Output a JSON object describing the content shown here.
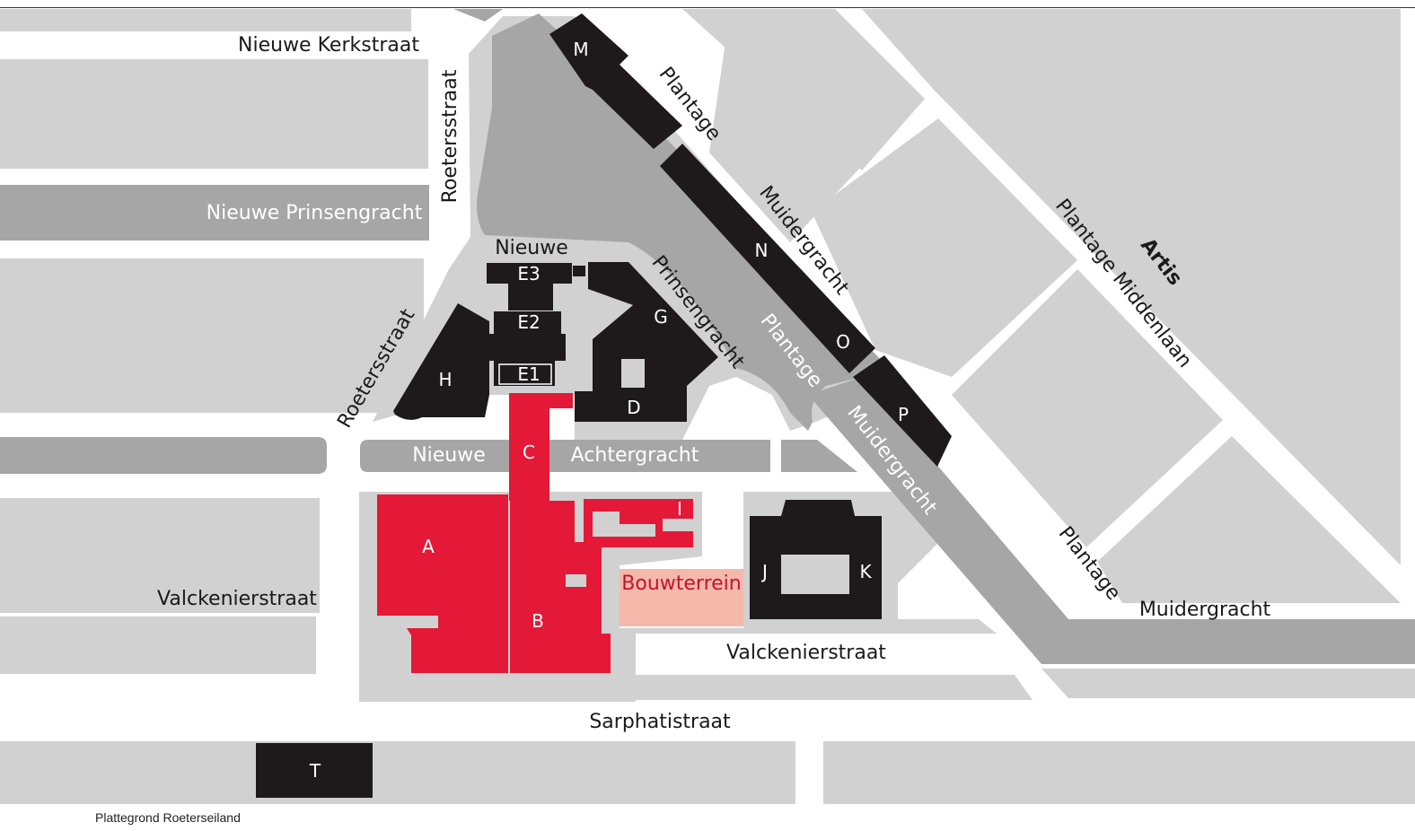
{
  "caption": "Plattegrond Roeterseiland",
  "colors": {
    "block": "#d1d1d1",
    "canal": "#a6a6a6",
    "building": "#1e1a1b",
    "highlight": "#e31937",
    "construction": "#f4b9aa",
    "street_bg": "#ffffff"
  },
  "streets": {
    "nieuwe_kerkstraat": "Nieuwe Kerkstraat",
    "roetersstraat_top": "Roetersstraat",
    "roetersstraat_mid": "Roetersstraat",
    "nieuwe_prinsengracht_canal": "Nieuwe Prinsengracht",
    "nieuwe_top": "Nieuwe",
    "prinsengracht": "Prinsengracht",
    "plantage_top": "Plantage",
    "muidergracht_top": "Muidergracht",
    "plantage_middenlaan": "Plantage Middenlaan",
    "artis": "Artis",
    "plantage_canal": "Plantage",
    "muidergracht_canal": "Muidergracht",
    "nieuwe_achter_left": "Nieuwe",
    "nieuwe_achter_right": "Achtergracht",
    "valckenierstraat_left": "Valckenierstraat",
    "valckenierstraat_right": "Valckenierstraat",
    "plantage_bottom": "Plantage",
    "muidergracht_bottom": "Muidergracht",
    "sarphatistraat": "Sarphatistraat",
    "bouwterrein": "Bouwterrein"
  },
  "buildings": {
    "A": "A",
    "B": "B",
    "C": "C",
    "D": "D",
    "E1": "E1",
    "E2": "E2",
    "E3": "E3",
    "G": "G",
    "H": "H",
    "I": "I",
    "J": "J",
    "K": "K",
    "M": "M",
    "N": "N",
    "O": "O",
    "P": "P",
    "T": "T"
  }
}
